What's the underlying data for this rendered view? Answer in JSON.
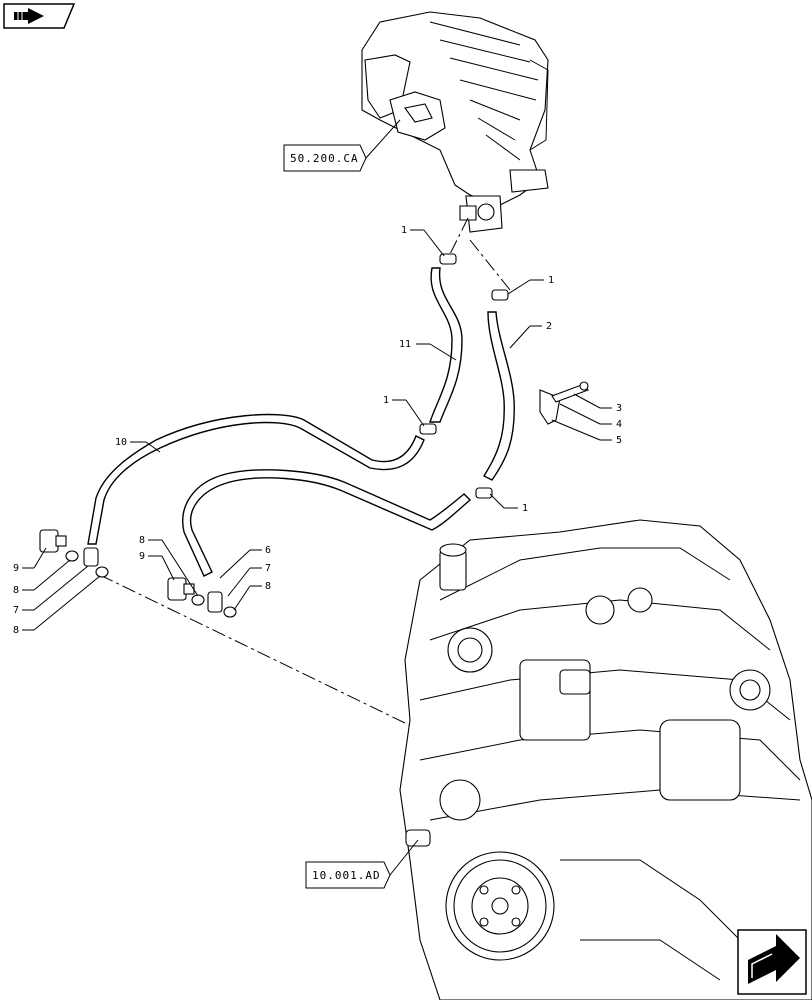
{
  "reference_tags": {
    "upper": "50.200.CA",
    "lower": "10.001.AD"
  },
  "callouts": {
    "c1_top": "1",
    "c1_right": "1",
    "c11": "11",
    "c2": "2",
    "c3": "3",
    "c4": "4",
    "c5": "5",
    "c1_mid": "1",
    "c10": "10",
    "c1_lower": "1",
    "c8_a": "8",
    "c9_a": "9",
    "c6": "6",
    "c7_a": "7",
    "c8_b": "8",
    "c9_b": "9",
    "c8_c": "8",
    "c7_b": "7",
    "c8_d": "8"
  },
  "icons": {
    "top_left": "book-nav-icon",
    "bottom_right": "next-page-arrow-icon"
  }
}
